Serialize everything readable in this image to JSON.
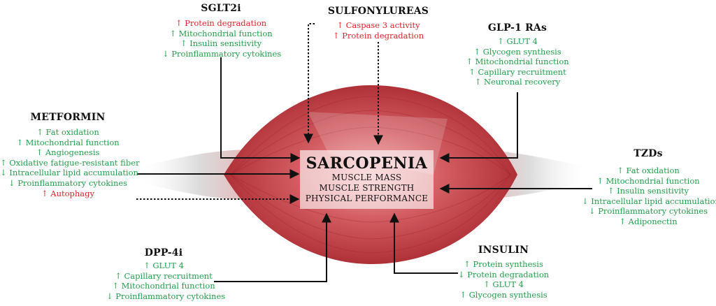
{
  "center": {
    "title": "SARCOPENIA",
    "lines": [
      "MUSCLE MASS",
      "MUSCLE STRENGTH",
      "PHYSICAL PERFORMANCE"
    ]
  },
  "drugs": {
    "sglt2i": {
      "name": "SGLT2i",
      "effects": [
        {
          "text": "↑ Protein degradation",
          "color": "red"
        },
        {
          "text": "↑ Mitochondrial function",
          "color": "green"
        },
        {
          "text": "↑ Insulin sensitivity",
          "color": "green"
        },
        {
          "text": "↓ Proinflammatory cytokines",
          "color": "green"
        }
      ]
    },
    "sulfonylureas": {
      "name": "SULFONYLUREAS",
      "effects": [
        {
          "text": "↑ Caspase 3 activity",
          "color": "red"
        },
        {
          "text": "↑ Protein degradation",
          "color": "red"
        }
      ]
    },
    "glp1": {
      "name": "GLP-1 RAs",
      "effects": [
        {
          "text": "↑ GLUT 4",
          "color": "green"
        },
        {
          "text": "↑ Glycogen synthesis",
          "color": "green"
        },
        {
          "text": "↑ Mitochondrial function",
          "color": "green"
        },
        {
          "text": "↑ Capillary recruitment",
          "color": "green"
        },
        {
          "text": "↑ Neuronal recovery",
          "color": "green"
        }
      ]
    },
    "metformin": {
      "name": "METFORMIN",
      "effects": [
        {
          "text": "↑ Fat oxidation",
          "color": "green"
        },
        {
          "text": "↑ Mitochondrial function",
          "color": "green"
        },
        {
          "text": "↑ Angiogenesis",
          "color": "green"
        },
        {
          "text": "↑ Oxidative fatigue-resistant fiber",
          "color": "green"
        },
        {
          "text": "↓ Intracellular lipid accumulation",
          "color": "green"
        },
        {
          "text": "↓ Proinflammatory cytokines",
          "color": "green"
        },
        {
          "text": "↑ Autophagy",
          "color": "red"
        }
      ]
    },
    "tzds": {
      "name": "TZDs",
      "effects": [
        {
          "text": "↑ Fat oxidation",
          "color": "green"
        },
        {
          "text": "↑ Mitochondrial function",
          "color": "green"
        },
        {
          "text": "↑ Insulin sensitivity",
          "color": "green"
        },
        {
          "text": "↓ Intracellular lipid accumulation",
          "color": "green"
        },
        {
          "text": "↓ Proinflammatory cytokines",
          "color": "green"
        },
        {
          "text": "↑ Adiponectin",
          "color": "green"
        }
      ]
    },
    "dpp4i": {
      "name": "DPP-4i",
      "effects": [
        {
          "text": "↑ GLUT 4",
          "color": "green"
        },
        {
          "text": "↑ Capillary recruitment",
          "color": "green"
        },
        {
          "text": "↑ Mitochondrial function",
          "color": "green"
        },
        {
          "text": "↓ Proinflammatory cytokines",
          "color": "green"
        }
      ]
    },
    "insulin": {
      "name": "INSULIN",
      "effects": [
        {
          "text": "↑ Protein synthesis",
          "color": "green"
        },
        {
          "text": "↓ Protein degradation",
          "color": "green"
        },
        {
          "text": "↑ GLUT 4",
          "color": "green"
        },
        {
          "text": "↑ Glycogen synthesis",
          "color": "green"
        }
      ]
    }
  },
  "colors": {
    "green": "#22a04b",
    "red": "#e0242a",
    "muscle": "#c9474d",
    "text": "#111111"
  }
}
